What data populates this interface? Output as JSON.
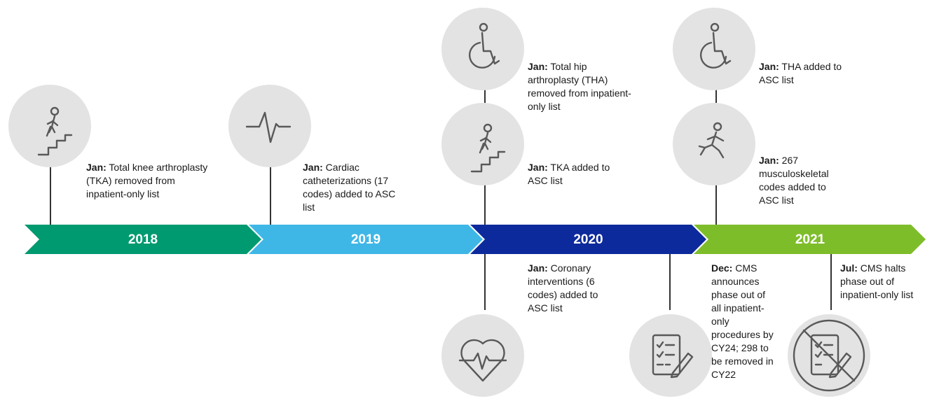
{
  "segments": [
    {
      "year": "2018",
      "color": "#009a70"
    },
    {
      "year": "2019",
      "color": "#3fb7e6"
    },
    {
      "year": "2020",
      "color": "#0d2a9c"
    },
    {
      "year": "2021",
      "color": "#7ebd2a"
    }
  ],
  "icons": {
    "stairs": "stairs-icon",
    "heartbeat": "heartbeat-pulse-icon",
    "wheelchair": "wheelchair-icon",
    "heart": "heart-pulse-icon",
    "runner": "running-person-icon",
    "checklist": "checklist-icon",
    "crossed_checklist": "crossed-out-checklist-icon"
  },
  "events": {
    "e2018": {
      "month": "Jan:",
      "text": " Total knee arthroplasty (TKA) removed from inpatient-only list"
    },
    "e2019": {
      "month": "Jan:",
      "text": " Cardiac catheterizations (17 codes) added to ASC list"
    },
    "e2020_tha": {
      "month": "Jan:",
      "text": " Total hip arthroplasty (THA) removed from inpatient-only list"
    },
    "e2020_tka": {
      "month": "Jan:",
      "text": " TKA added to ASC list"
    },
    "e2020_coronary": {
      "month": "Jan:",
      "text": " Coronary interventions  (6 codes) added to ASC list"
    },
    "e2020_dec": {
      "month": "Dec:",
      "text": " CMS announces phase out of all inpatient-only procedures by CY24; 298 to be removed in CY22"
    },
    "e2021_tha": {
      "month": "Jan:",
      "text": " THA added to ASC list"
    },
    "e2021_msk": {
      "month": "Jan:",
      "text": " 267 musculoskeletal codes added to ASC list"
    },
    "e2021_jul": {
      "month": "Jul:",
      "text": "  CMS halts phase out of inpatient-only list"
    }
  }
}
